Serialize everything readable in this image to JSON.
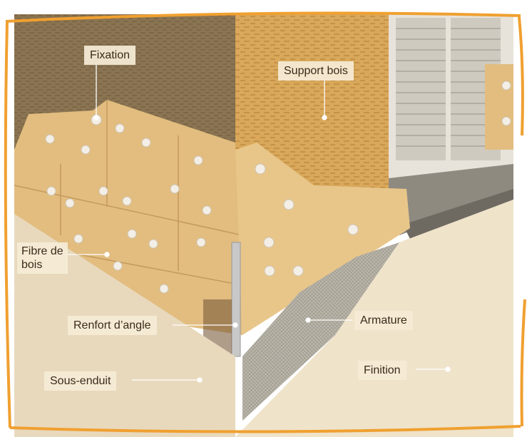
{
  "labels": {
    "fixation": "Fixation",
    "support_bois": "Support bois",
    "fibre_de_bois_1": "Fibre de",
    "fibre_de_bois_2": "bois",
    "renfort_angle": "Renfort d’angle",
    "armature": "Armature",
    "sous_enduit": "Sous-enduit",
    "finition": "Finition"
  },
  "colors": {
    "frame": "#f0a030",
    "osb_dark": "#8a7452",
    "osb_light": "#d9a85a",
    "insulation": "#e2bd7f",
    "plaster": "#e8d9bd"
  }
}
